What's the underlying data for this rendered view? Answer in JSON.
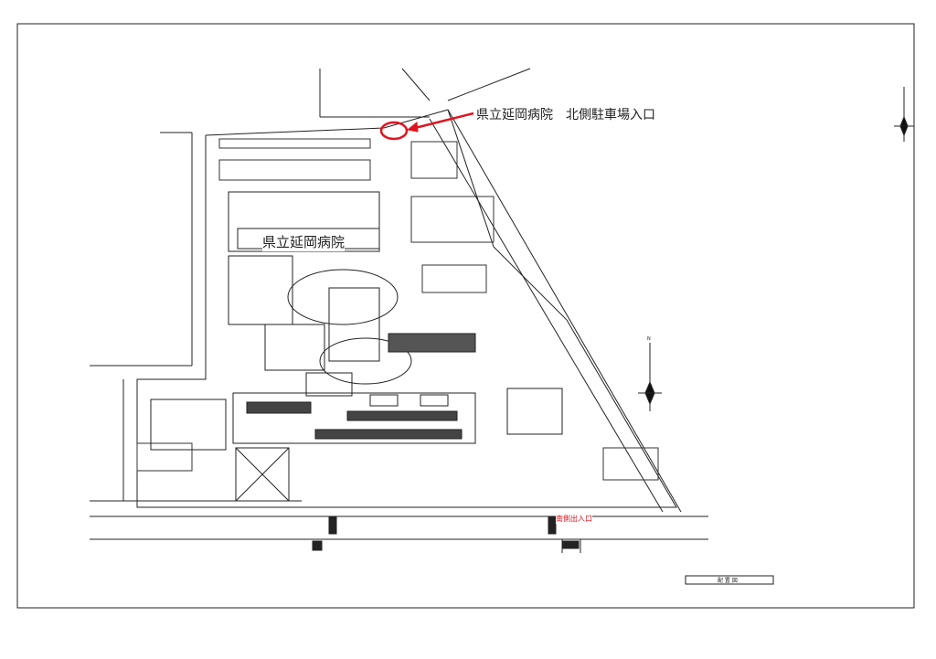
{
  "annotation": {
    "text": "県立延岡病院　北側駐車場入口",
    "color": "#e0141e"
  },
  "building_label": "県立延岡病院",
  "south_entrance": "南側出入口",
  "title_block": "配 置 図",
  "north_symbol": "N"
}
